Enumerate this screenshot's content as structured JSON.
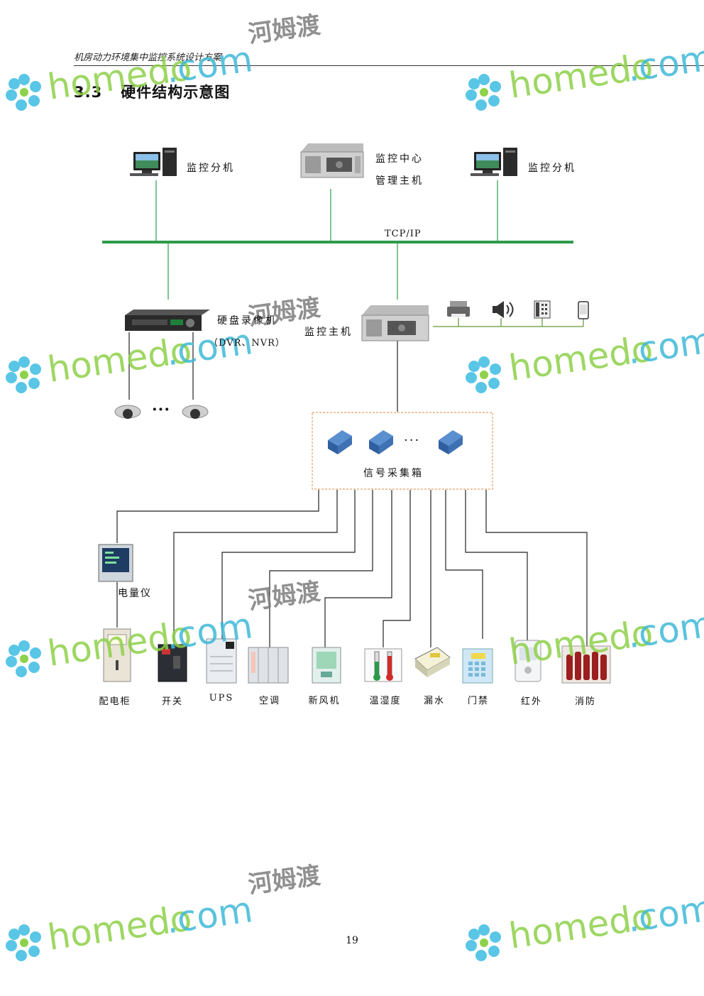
{
  "header": {
    "running_title": "机房动力环境集中监控系统设计方案"
  },
  "section": {
    "number": "3.3",
    "title": "硬件结构示意图"
  },
  "network": {
    "label": "TCP/IP"
  },
  "top_nodes": {
    "workstation_left": "监控分机",
    "server_center_line1": "监控中心",
    "server_center_line2": "管理主机",
    "workstation_right": "监控分机"
  },
  "middle_nodes": {
    "dvr_line1": "硬盘录像机",
    "dvr_line2": "（DVR、NVR）",
    "monitor_host": "监控主机"
  },
  "collector": {
    "label": "信号采集箱",
    "ellipsis": "···"
  },
  "cameras": {
    "ellipsis": "···"
  },
  "meter": {
    "label": "电量仪"
  },
  "devices": [
    "配电柜",
    "开关",
    "UPS",
    "空调",
    "新风机",
    "温湿度",
    "漏水",
    "门禁",
    "红外",
    "消防"
  ],
  "footer": {
    "page_number": "19"
  },
  "watermark": {
    "latin": "homedo",
    "dot_com": ".com",
    "chinese": "河姆渡"
  },
  "colors": {
    "network_line": "#2e9a4a",
    "drop_line": "#3aa35a",
    "collector_border": "#e5a064",
    "wire": "#222222"
  }
}
